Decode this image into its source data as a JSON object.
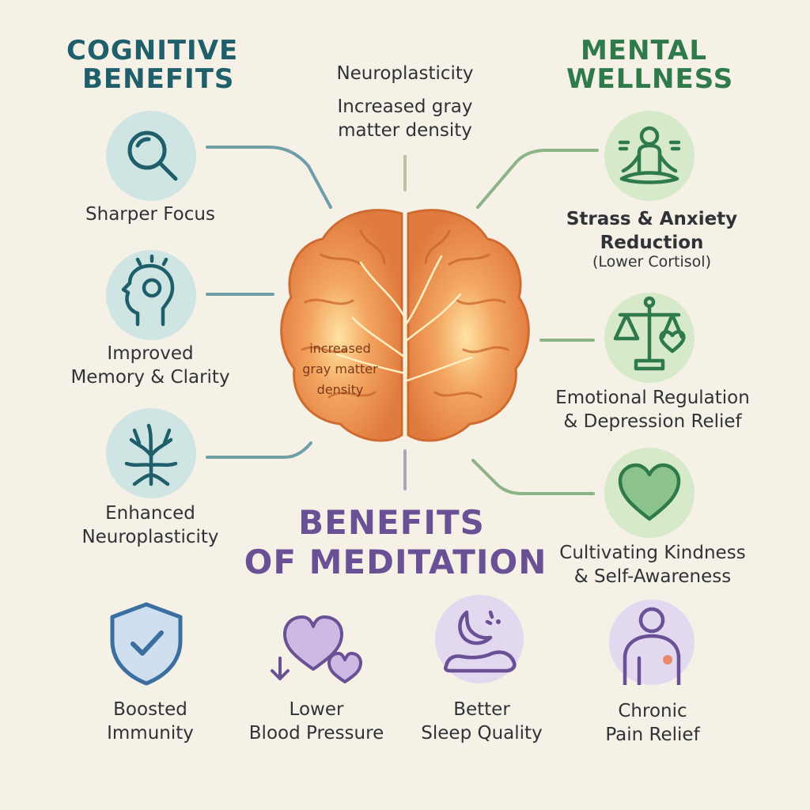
{
  "title": {
    "line1": "BENEFITS",
    "line2": "OF MEDITATION"
  },
  "cognitive": {
    "heading_line1": "COGNITIVE",
    "heading_line2": "BENEFITS",
    "items": [
      {
        "lines": [
          "Sharper Focus"
        ],
        "icon": "magnifier-icon"
      },
      {
        "lines": [
          "Improved",
          "Memory & Clarity"
        ],
        "icon": "head-profile-icon"
      },
      {
        "lines": [
          "Enhanced",
          "Neuroplasticity"
        ],
        "icon": "neuron-icon"
      }
    ]
  },
  "mental": {
    "heading_line1": "MENTAL",
    "heading_line2": "WELLNESS",
    "items": [
      {
        "lines": [
          "Strass & Anxiety",
          "Reduction"
        ],
        "note": "(Lower Cortisol)",
        "icon": "meditating-person-icon"
      },
      {
        "lines": [
          "Emotional Regulation",
          "& Depression Relief"
        ],
        "icon": "balance-scale-icon"
      },
      {
        "lines": [
          "Cultivating Kindness",
          "& Self-Awareness"
        ],
        "icon": "heart-icon"
      }
    ]
  },
  "brain": {
    "top_label": "Neuroplasticity",
    "top_sub_line1": "Increased gray",
    "top_sub_line2": "matter density",
    "inner_line1": "increased",
    "inner_line2": "gray matter",
    "inner_line3": "density"
  },
  "physical": [
    {
      "lines": [
        "Boosted",
        "Immunity"
      ],
      "icon": "shield-check-icon"
    },
    {
      "lines": [
        "Lower",
        "Blood Pressure"
      ],
      "icon": "hearts-arrow-down-icon"
    },
    {
      "lines": [
        "Better",
        "Sleep Quality"
      ],
      "icon": "moon-pillow-icon"
    },
    {
      "lines": [
        "Chronic",
        "Pain Relief"
      ],
      "icon": "body-pain-icon"
    }
  ],
  "colors": {
    "cognitive": "#1f5f6b",
    "mental": "#2e7a4a",
    "title": "#6a5196",
    "brain": "#e88a4e"
  }
}
